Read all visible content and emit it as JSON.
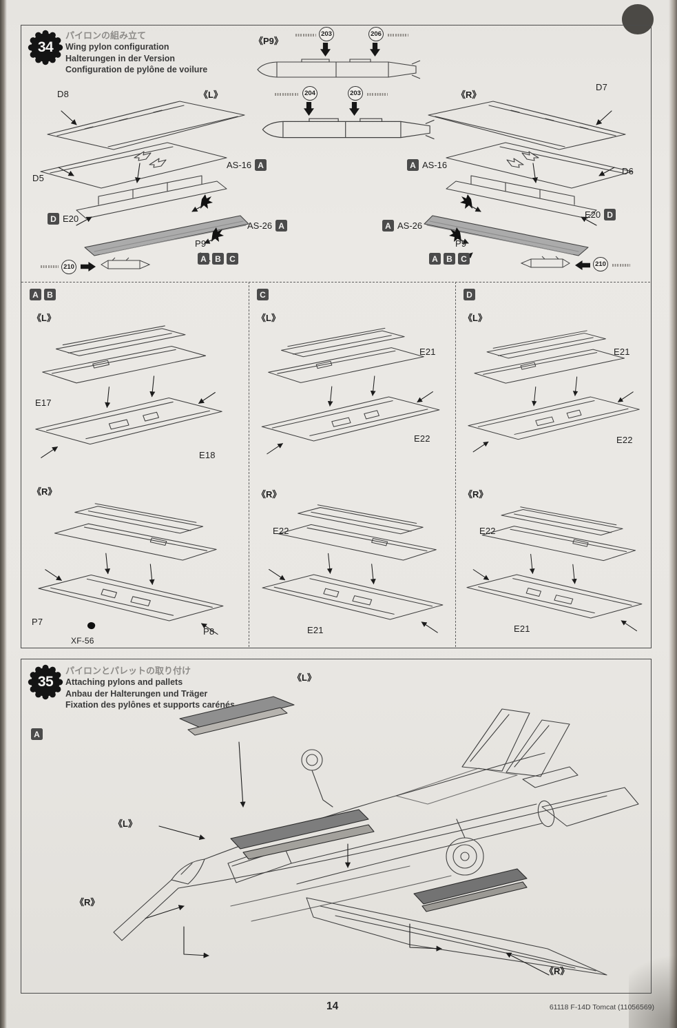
{
  "colors": {
    "paper": "#e9e7e3",
    "ink": "#2e2e2e",
    "badge": "#4b4b4b",
    "shade": "#ababab"
  },
  "page": {
    "number": "14",
    "footer": "61118 F-14D Tomcat (11056569)"
  },
  "step34": {
    "number": "34",
    "title_jp": "パイロンの組み立て",
    "title_en": "Wing pylon configuration",
    "title_de": "Halterungen in der Version",
    "title_fr": "Configuration de pylône de voilure",
    "center": {
      "p9_mark": "《P9》",
      "paints_row1": [
        "203",
        "206"
      ],
      "paints_row2": [
        "204",
        "203"
      ]
    },
    "left_assembly": {
      "side_mark": "《L》",
      "parts": {
        "d8": "D8",
        "d5": "D5",
        "e20": "E20",
        "p9": "P9"
      },
      "decals": {
        "as16": "AS-16",
        "as26": "AS-26"
      },
      "badge_a": "A",
      "badge_d": "D",
      "variant_badges": [
        "A",
        "B",
        "C"
      ],
      "paint": "210"
    },
    "right_assembly": {
      "side_mark": "《R》",
      "parts": {
        "d7": "D7",
        "d6": "D6",
        "e20": "E20",
        "p9": "P9"
      },
      "decals": {
        "as16": "AS-16",
        "as26": "AS-26"
      },
      "badge_a": "A",
      "badge_d": "D",
      "variant_badges": [
        "A",
        "B",
        "C"
      ],
      "paint": "210"
    },
    "panels": [
      {
        "badges": [
          "A",
          "B"
        ],
        "left_mark": "《L》",
        "left_parts": [
          "E17",
          "E18"
        ],
        "right_mark": "《R》",
        "right_parts": [
          "P7",
          "P8"
        ],
        "right_paint": "XF-56"
      },
      {
        "badges": [
          "C"
        ],
        "left_mark": "《L》",
        "left_parts": [
          "E21",
          "E22"
        ],
        "right_mark": "《R》",
        "right_parts": [
          "E22",
          "E21"
        ]
      },
      {
        "badges": [
          "D"
        ],
        "left_mark": "《L》",
        "left_parts": [
          "E21",
          "E22"
        ],
        "right_mark": "《R》",
        "right_parts": [
          "E22",
          "E21"
        ]
      }
    ]
  },
  "step35": {
    "number": "35",
    "title_jp": "パイロンとパレットの取り付け",
    "title_en": "Attaching pylons and pallets",
    "title_de": "Anbau der Halterungen und Träger",
    "title_fr": "Fixation des pylônes et supports carénés",
    "variant_badge": "A",
    "marks": {
      "top_left_wing": "《L》",
      "mid_left": "《L》",
      "lower_left": "《R》",
      "bottom_right": "《R》"
    }
  }
}
